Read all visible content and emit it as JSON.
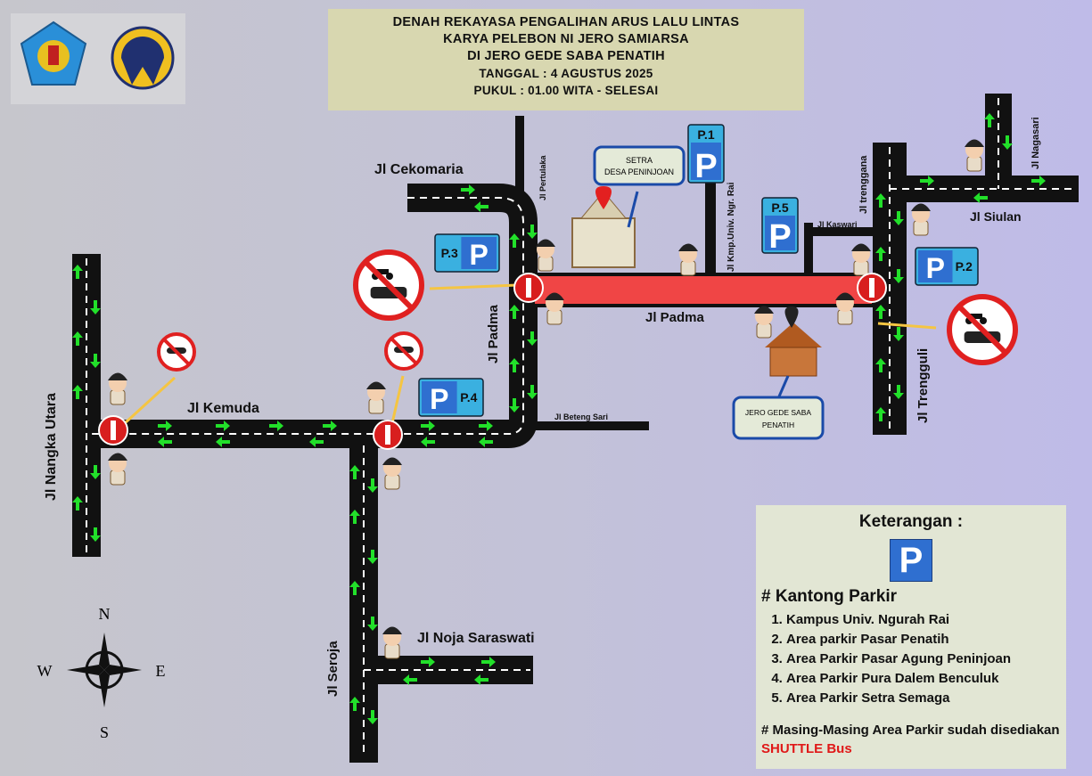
{
  "title": {
    "line1": "DENAH REKAYASA PENGALIHAN ARUS LALU LINTAS",
    "line2": "KARYA PELEBON NI JERO SAMIARSA",
    "line3": "DI JERO GEDE SABA PENATIH",
    "date": "TANGGAL : 4 AGUSTUS 2025",
    "time": "PUKUL : 01.00 WITA - SELESAI"
  },
  "roads": {
    "cekomaria": "Jl Cekomaria",
    "pertulaka": "Jl Pertulaka",
    "kmp_univ": "Jl Kmp.Univ. Ngr. Rai",
    "trenggana": "Jl trenggana",
    "nagasari": "Jl Nagasari",
    "siulan": "Jl Siulan",
    "kaswari": "Jl Kaswari",
    "padma_h": "Jl Padma",
    "padma_v": "Jl Padma",
    "trengguli": "Jl Trengguli",
    "beteng_sari": "Jl Beteng Sari",
    "kemuda": "Jl Kemuda",
    "nangka_utara": "Jl Nangka Utara",
    "seroja": "Jl Seroja",
    "noja_saraswati": "Jl Noja Saraswati"
  },
  "parking": {
    "p1": "P.1",
    "p2": "P.2",
    "p3": "P.3",
    "p4": "P.4",
    "p5": "P.5",
    "symbol": "P"
  },
  "places": {
    "setra_line1": "SETRA",
    "setra_line2": "DESA PENINJOAN",
    "jero_line1": "JERO GEDE SABA",
    "jero_line2": "PENATIH"
  },
  "compass": {
    "n": "N",
    "s": "S",
    "e": "E",
    "w": "W"
  },
  "legend": {
    "heading": "Keterangan :",
    "symbol": "P",
    "kantong": "# Kantong Parkir",
    "items": [
      "Kampus Univ. Ngurah Rai",
      "Area parkir Pasar Penatih",
      "Area Parkir Pasar Agung Peninjoan",
      "Area Parkir Pura Dalem Benculuk",
      "Area Parkir Setra Semaga"
    ],
    "note_prefix": "# Masing-Masing Area Parkir sudah disediakan",
    "note_highlight": "SHUTTLE Bus"
  },
  "colors": {
    "road": "#111111",
    "closed_road": "#f04545",
    "arrow": "#22e02a",
    "parking": "#2f6fd0",
    "signal_arrow": "#f5c542"
  }
}
